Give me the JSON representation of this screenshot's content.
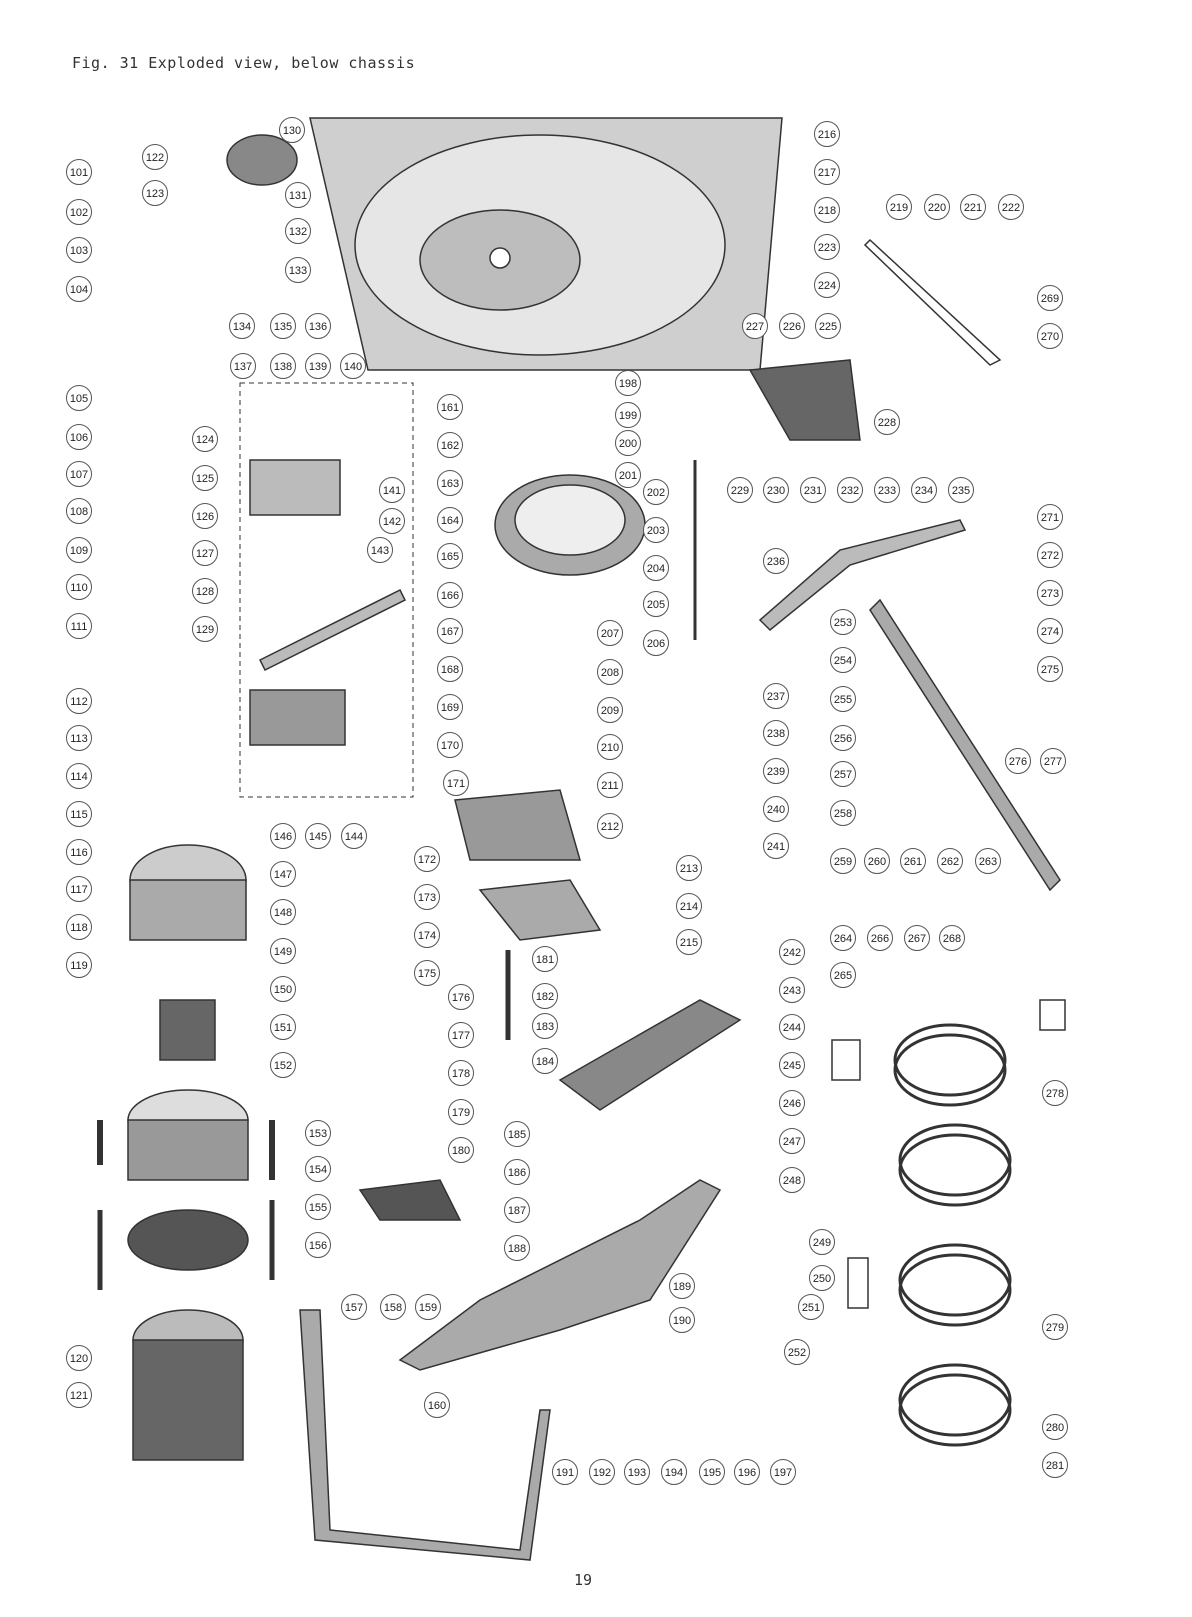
{
  "header": {
    "title": "Fig. 31 Exploded view, below chassis"
  },
  "footer": {
    "page_number": "19"
  },
  "parts": [
    "101",
    "102",
    "103",
    "104",
    "105",
    "106",
    "107",
    "108",
    "109",
    "110",
    "111",
    "112",
    "113",
    "114",
    "115",
    "116",
    "117",
    "118",
    "119",
    "120",
    "121",
    "122",
    "123",
    "124",
    "125",
    "126",
    "127",
    "128",
    "129",
    "130",
    "131",
    "132",
    "133",
    "134",
    "135",
    "136",
    "137",
    "138",
    "139",
    "140",
    "141",
    "142",
    "143",
    "144",
    "145",
    "146",
    "147",
    "148",
    "149",
    "150",
    "151",
    "152",
    "153",
    "154",
    "155",
    "156",
    "157",
    "158",
    "159",
    "160",
    "161",
    "162",
    "163",
    "164",
    "165",
    "166",
    "167",
    "168",
    "169",
    "170",
    "171",
    "172",
    "173",
    "174",
    "175",
    "176",
    "177",
    "178",
    "179",
    "180",
    "181",
    "182",
    "183",
    "184",
    "185",
    "186",
    "187",
    "188",
    "189",
    "190",
    "191",
    "192",
    "193",
    "194",
    "195",
    "196",
    "197",
    "198",
    "199",
    "200",
    "201",
    "202",
    "203",
    "204",
    "205",
    "206",
    "207",
    "208",
    "209",
    "210",
    "211",
    "212",
    "213",
    "214",
    "215",
    "216",
    "217",
    "218",
    "219",
    "220",
    "221",
    "222",
    "223",
    "224",
    "225",
    "226",
    "227",
    "228",
    "229",
    "230",
    "231",
    "232",
    "233",
    "234",
    "235",
    "236",
    "237",
    "238",
    "239",
    "240",
    "241",
    "242",
    "243",
    "244",
    "245",
    "246",
    "247",
    "248",
    "249",
    "250",
    "251",
    "252",
    "253",
    "254",
    "255",
    "256",
    "257",
    "258",
    "259",
    "260",
    "261",
    "262",
    "263",
    "264",
    "265",
    "266",
    "267",
    "268",
    "269",
    "270",
    "271",
    "272",
    "273",
    "274",
    "275",
    "276",
    "277",
    "278",
    "279",
    "280",
    "281"
  ]
}
